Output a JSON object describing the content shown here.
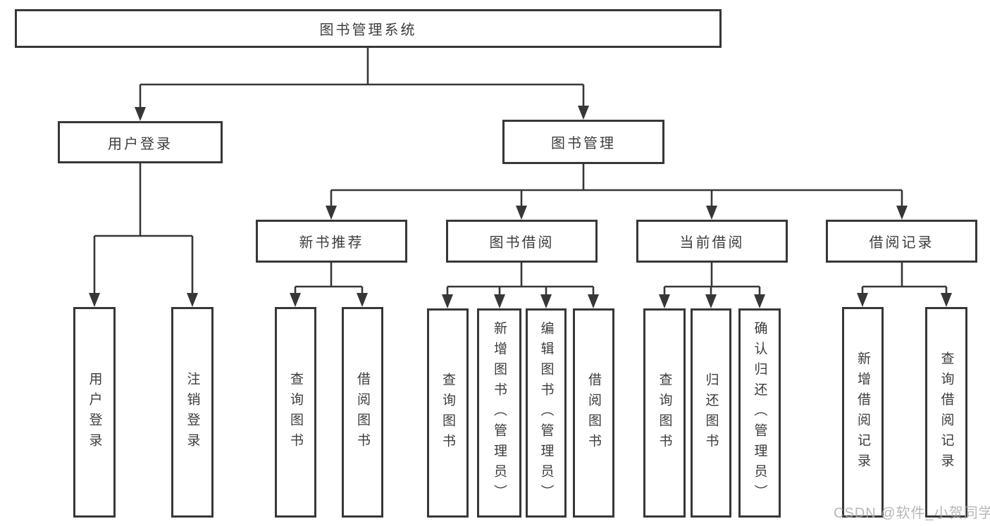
{
  "diagram": {
    "root": {
      "label": "图书管理系统"
    },
    "user_login": {
      "label": "用户登录",
      "children": [
        {
          "label": "用户登录"
        },
        {
          "label": "注销登录"
        }
      ]
    },
    "book_management": {
      "label": "图书管理",
      "children": [
        {
          "label": "新书推荐",
          "children": [
            {
              "label": "查询图书"
            },
            {
              "label": "借阅图书"
            }
          ]
        },
        {
          "label": "图书借阅",
          "children": [
            {
              "label": "查询图书"
            },
            {
              "label": "新增图书（管理员）"
            },
            {
              "label": "编辑图书（管理员）"
            },
            {
              "label": "借阅图书"
            }
          ]
        },
        {
          "label": "当前借阅",
          "children": [
            {
              "label": "查询图书"
            },
            {
              "label": "归还图书"
            },
            {
              "label": "确认归还（管理员）"
            }
          ]
        },
        {
          "label": "借阅记录",
          "children": [
            {
              "label": "新增借阅记录"
            },
            {
              "label": "查询借阅记录"
            }
          ]
        }
      ]
    }
  },
  "watermark": {
    "text": "CSDN @软件_小贺同学"
  },
  "colors": {
    "line": "#373737",
    "box_border": "#373737",
    "text": "#3d3d3d",
    "watermark": "#aaaaaa",
    "background": "#ffffff"
  }
}
